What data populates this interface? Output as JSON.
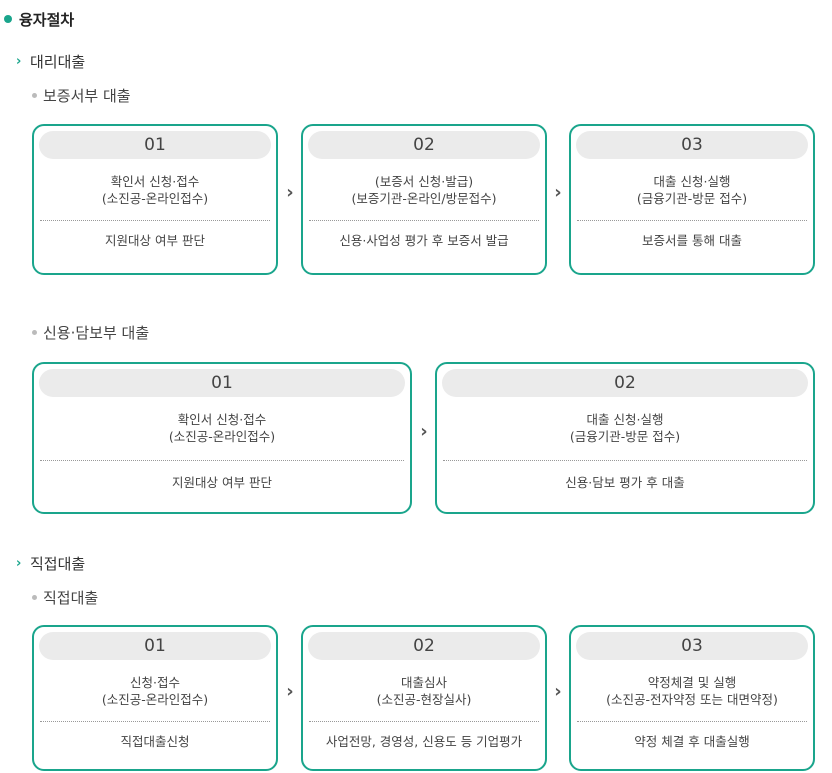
{
  "title": "융자절차",
  "sections": [
    {
      "label": "대리대출",
      "subsections": [
        {
          "label": "보증서부 대출",
          "steps": [
            {
              "no": "01",
              "desc": "확인서 신청·접수\n(소진공-온라인접수)",
              "result": "지원대상 여부 판단"
            },
            {
              "no": "02",
              "desc": "(보증서 신청·발급)\n(보증기관-온라인/방문접수)",
              "result": "신용·사업성 평가 후 보증서 발급"
            },
            {
              "no": "03",
              "desc": "대출 신청·실행\n(금융기관-방문 접수)",
              "result": "보증서를 통해 대출"
            }
          ]
        },
        {
          "label": "신용·담보부 대출",
          "steps": [
            {
              "no": "01",
              "desc": "확인서 신청·접수\n(소진공-온라인접수)",
              "result": "지원대상 여부 판단"
            },
            {
              "no": "02",
              "desc": "대출 신청·실행\n(금융기관-방문 접수)",
              "result": "신용·담보 평가 후 대출"
            }
          ]
        }
      ]
    },
    {
      "label": "직접대출",
      "subsections": [
        {
          "label": "직접대출",
          "steps": [
            {
              "no": "01",
              "desc": "신청·접수\n(소진공-온라인접수)",
              "result": "직접대출신청"
            },
            {
              "no": "02",
              "desc": "대출심사\n(소진공-현장실사)",
              "result": "사업전망, 경영성, 신용도 등 기업평가"
            },
            {
              "no": "03",
              "desc": "약정체결 및 실행\n(소진공-전자약정 또는 대면약정)",
              "result": "약정 체결 후 대출실행"
            }
          ]
        }
      ]
    }
  ],
  "icons": {
    "title": "dot-icon",
    "section": "chevron-right-icon",
    "subsection": "bullet-icon",
    "step_arrow": "chevron-right-icon"
  },
  "colors": {
    "accent": "#1aa58c",
    "step_bg": "#ebebeb"
  }
}
